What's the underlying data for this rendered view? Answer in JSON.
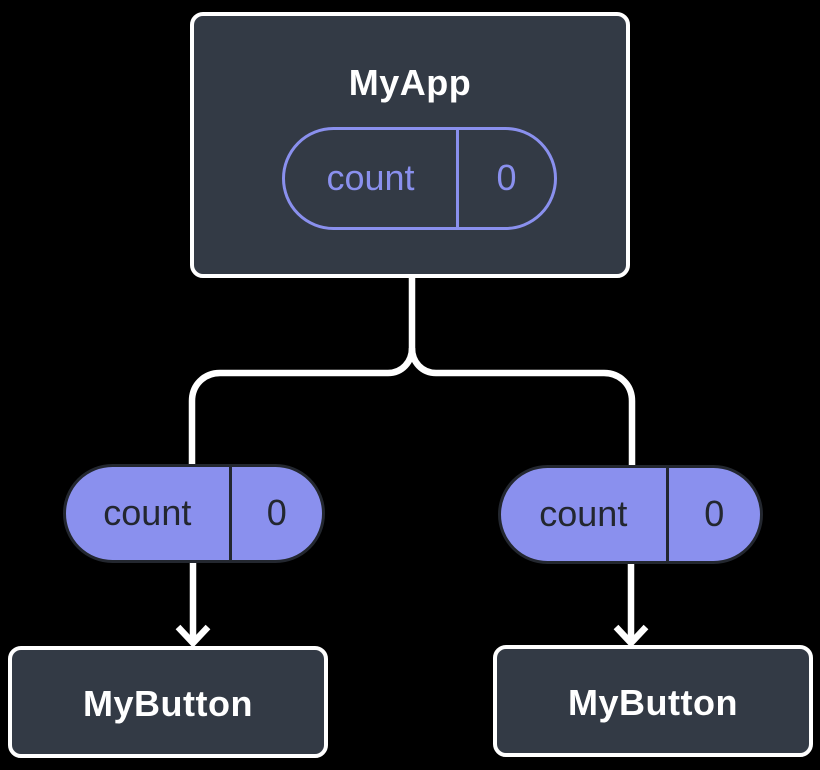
{
  "colors": {
    "background": "#000000",
    "node-bg": "#333A45",
    "node-border": "#FFFFFF",
    "accent-purple": "#8A90EE",
    "pill-dark": "#23272F",
    "line-white": "#FFFFFF"
  },
  "tree": {
    "root": {
      "label": "MyApp",
      "state": {
        "name": "count",
        "value": "0"
      }
    },
    "children": [
      {
        "label": "MyButton",
        "prop": {
          "name": "count",
          "value": "0"
        }
      },
      {
        "label": "MyButton",
        "prop": {
          "name": "count",
          "value": "0"
        }
      }
    ]
  }
}
